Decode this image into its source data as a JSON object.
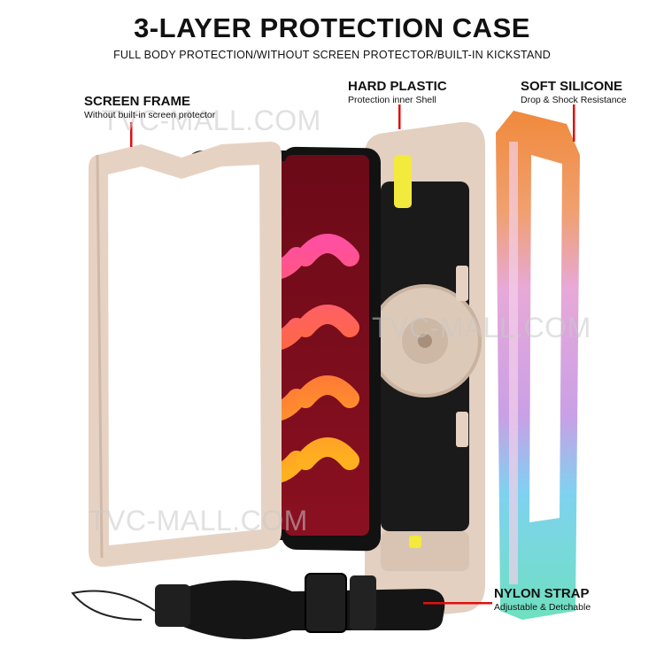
{
  "header": {
    "title": "3-LAYER PROTECTION CASE",
    "subtitle": "FULL BODY PROTECTION/WITHOUT SCREEN PROTECTOR/BUILT-IN KICKSTAND"
  },
  "labels": {
    "screen_frame": {
      "heading": "SCREEN FRAME",
      "sub": "Without built-in screen protector"
    },
    "hard_plastic": {
      "heading": "HARD PLASTIC",
      "sub": "Protection inner Shell"
    },
    "soft_silicone": {
      "heading": "SOFT SILICONE",
      "sub": "Drop & Shock Resistance"
    },
    "nylon_strap": {
      "heading": "NYLON STRAP",
      "sub": "Adjustable & Detchable"
    }
  },
  "watermark": "TVC-MALL.COM",
  "colors": {
    "frame": "#e6d2c3",
    "frame_shade": "#cfb8a6",
    "tablet_black": "#121212",
    "screen_red": "#7a0c1a",
    "shell_black": "#1a1a1a",
    "accent_yellow": "#f2ea3c",
    "label_line": "#dd1111",
    "silicone_orange": "#f08a3c",
    "silicone_pink": "#e7a9d8",
    "silicone_purple": "#c9a0e6",
    "silicone_blue": "#7fd2f0",
    "silicone_mint": "#6fe0c0"
  }
}
